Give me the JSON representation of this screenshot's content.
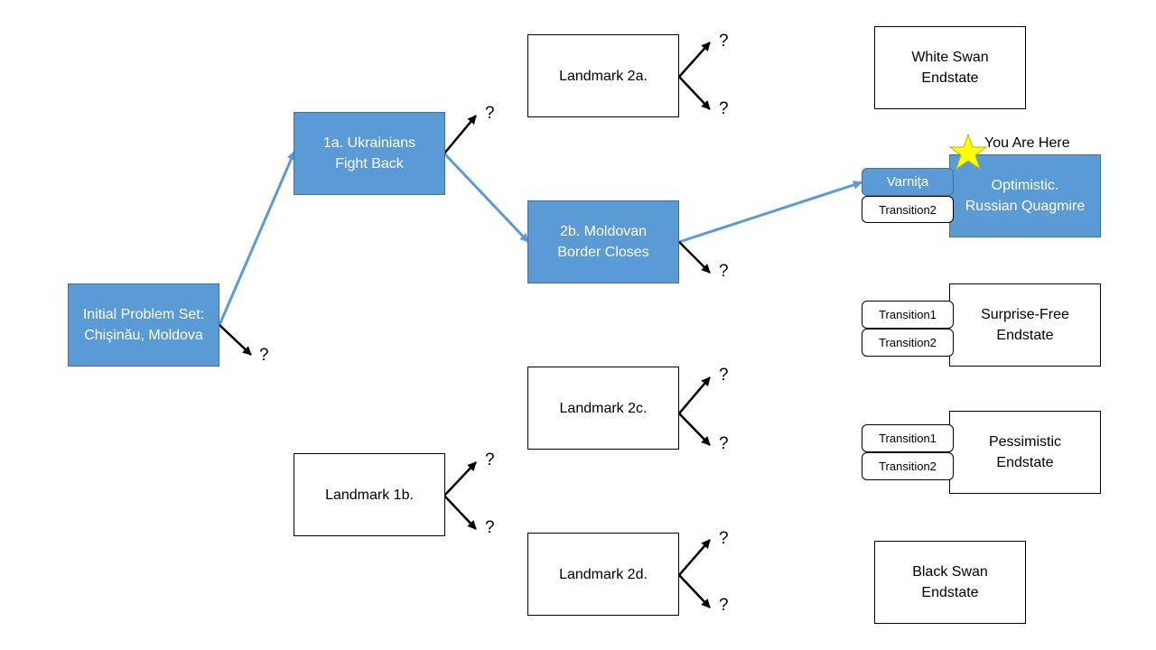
{
  "nodes": {
    "initial": "Initial Problem Set:\nChişinău, Moldova",
    "n1a": "1a. Ukrainians\nFight Back",
    "n1b": "Landmark 1b.",
    "n2a": "Landmark 2a.",
    "n2b": "2b. Moldovan\nBorder Closes",
    "n2c": "Landmark 2c.",
    "n2d": "Landmark 2d.",
    "white_swan": "White Swan\nEndstate",
    "optimistic": "Optimistic.\nRussian Quagmire",
    "surprise_free": "Surprise-Free\nEndstate",
    "pessimistic": "Pessimistic\nEndstate",
    "black_swan": "Black Swan\nEndstate"
  },
  "transitions": {
    "varnita": "Varniţa",
    "opt_t2": "Transition2",
    "sf_t1": "Transition1",
    "sf_t2": "Transition2",
    "pess_t1": "Transition1",
    "pess_t2": "Transition2"
  },
  "you_are_here": "You Are Here",
  "unknown": "?",
  "colors": {
    "active_fill": "#5b9bd5",
    "active_border": "#41719c",
    "highlight_arrow": "#5b9bd5",
    "star": "#ffff00"
  }
}
